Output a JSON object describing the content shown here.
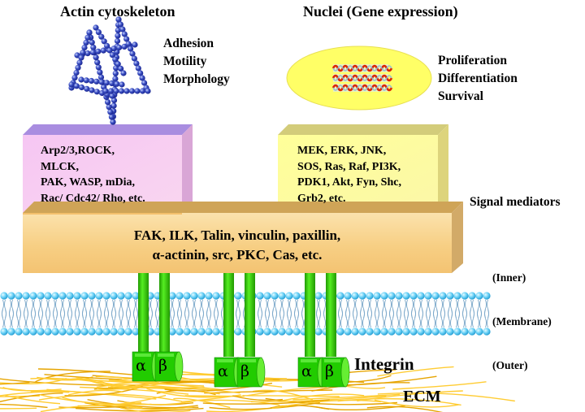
{
  "top": {
    "actin_title": "Actin cytoskeleton",
    "nuclei_title": "Nuclei (Gene expression)",
    "actin_effects": [
      "Adhesion",
      "Motility",
      "Morphology"
    ],
    "nuclear_effects": [
      "Proliferation",
      "Differentiation",
      "Survival"
    ]
  },
  "boxes": {
    "left_lines": [
      "Arp2/3,ROCK,",
      "MLCK,",
      "PAK, WASP, mDia,",
      "Rac/ Cdc42/ Rho, etc."
    ],
    "right_lines": [
      "MEK, ERK, JNK,",
      "SOS, Ras, Raf, PI3K,",
      "PDK1, Akt, Fyn, Shc,",
      "Grb2, etc."
    ],
    "main_line1": "FAK, ILK, Talin, vinculin, paxillin,",
    "main_line2": "α-actinin, src, PKC, Cas, etc."
  },
  "labels": {
    "signal_mediators": "Signal mediators",
    "inner": "(Inner)",
    "membrane": "(Membrane)",
    "outer": "(Outer)",
    "integrin": "Integrin",
    "ecm": "ECM"
  },
  "integrin_subunits": {
    "alpha": "α",
    "beta": "β"
  },
  "colors": {
    "pink_box": "#f7c8f1",
    "yellow_box": "#ffff99",
    "tan_box": "#f7d38c",
    "membrane_head": "#5bc8f2",
    "integrin_green": "#33dd00",
    "ecm_fiber": "#ffcc33",
    "actin_blue": "#2233aa",
    "nucleus": "#ffff66"
  }
}
